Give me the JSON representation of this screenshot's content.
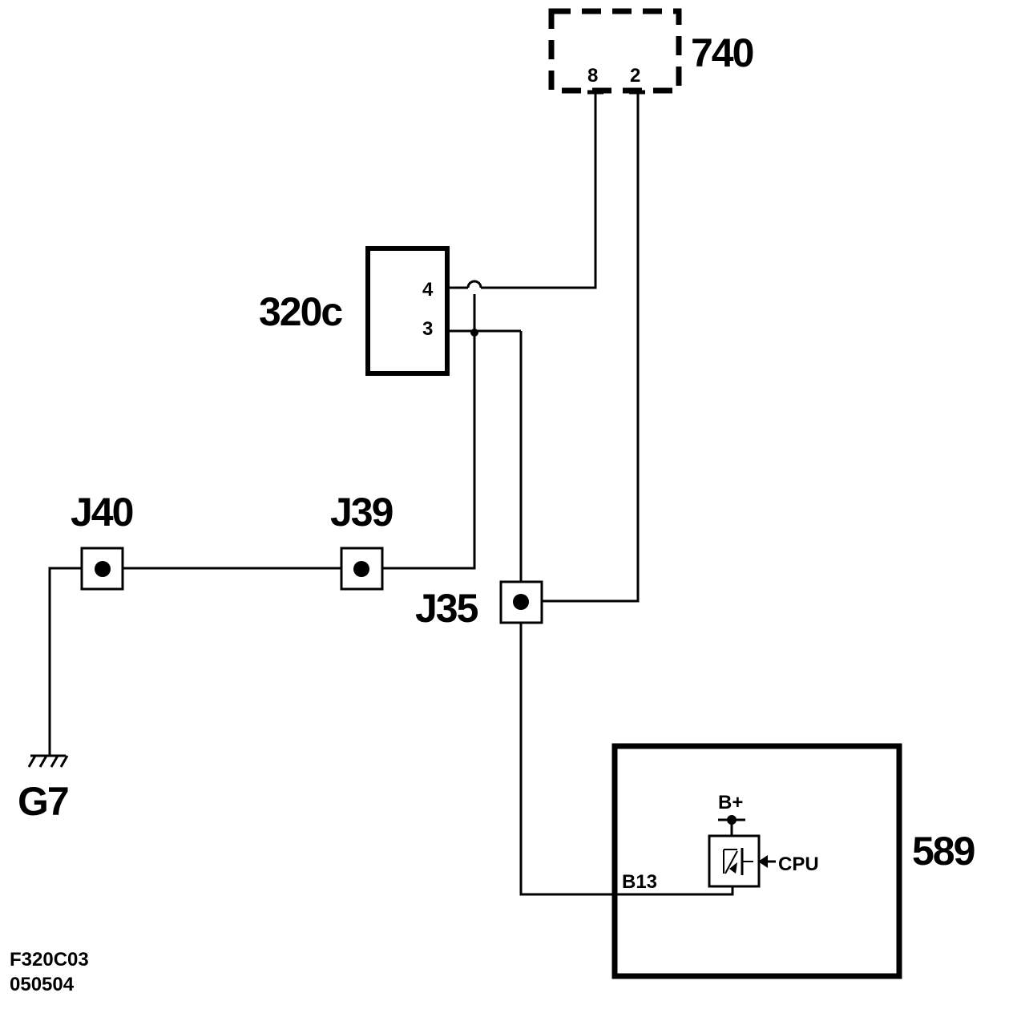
{
  "components": {
    "c740": {
      "label": "740",
      "pin_a": "8",
      "pin_b": "2"
    },
    "c320c": {
      "label": "320c",
      "pin_a": "4",
      "pin_b": "3"
    },
    "c589": {
      "label": "589",
      "supply": "B+",
      "input": "CPU",
      "pin": "B13"
    }
  },
  "connectors": {
    "j40": "J40",
    "j39": "J39",
    "j35": "J35"
  },
  "ground": {
    "label": "G7"
  },
  "footer": {
    "code": "F320C03",
    "date": "050504"
  }
}
